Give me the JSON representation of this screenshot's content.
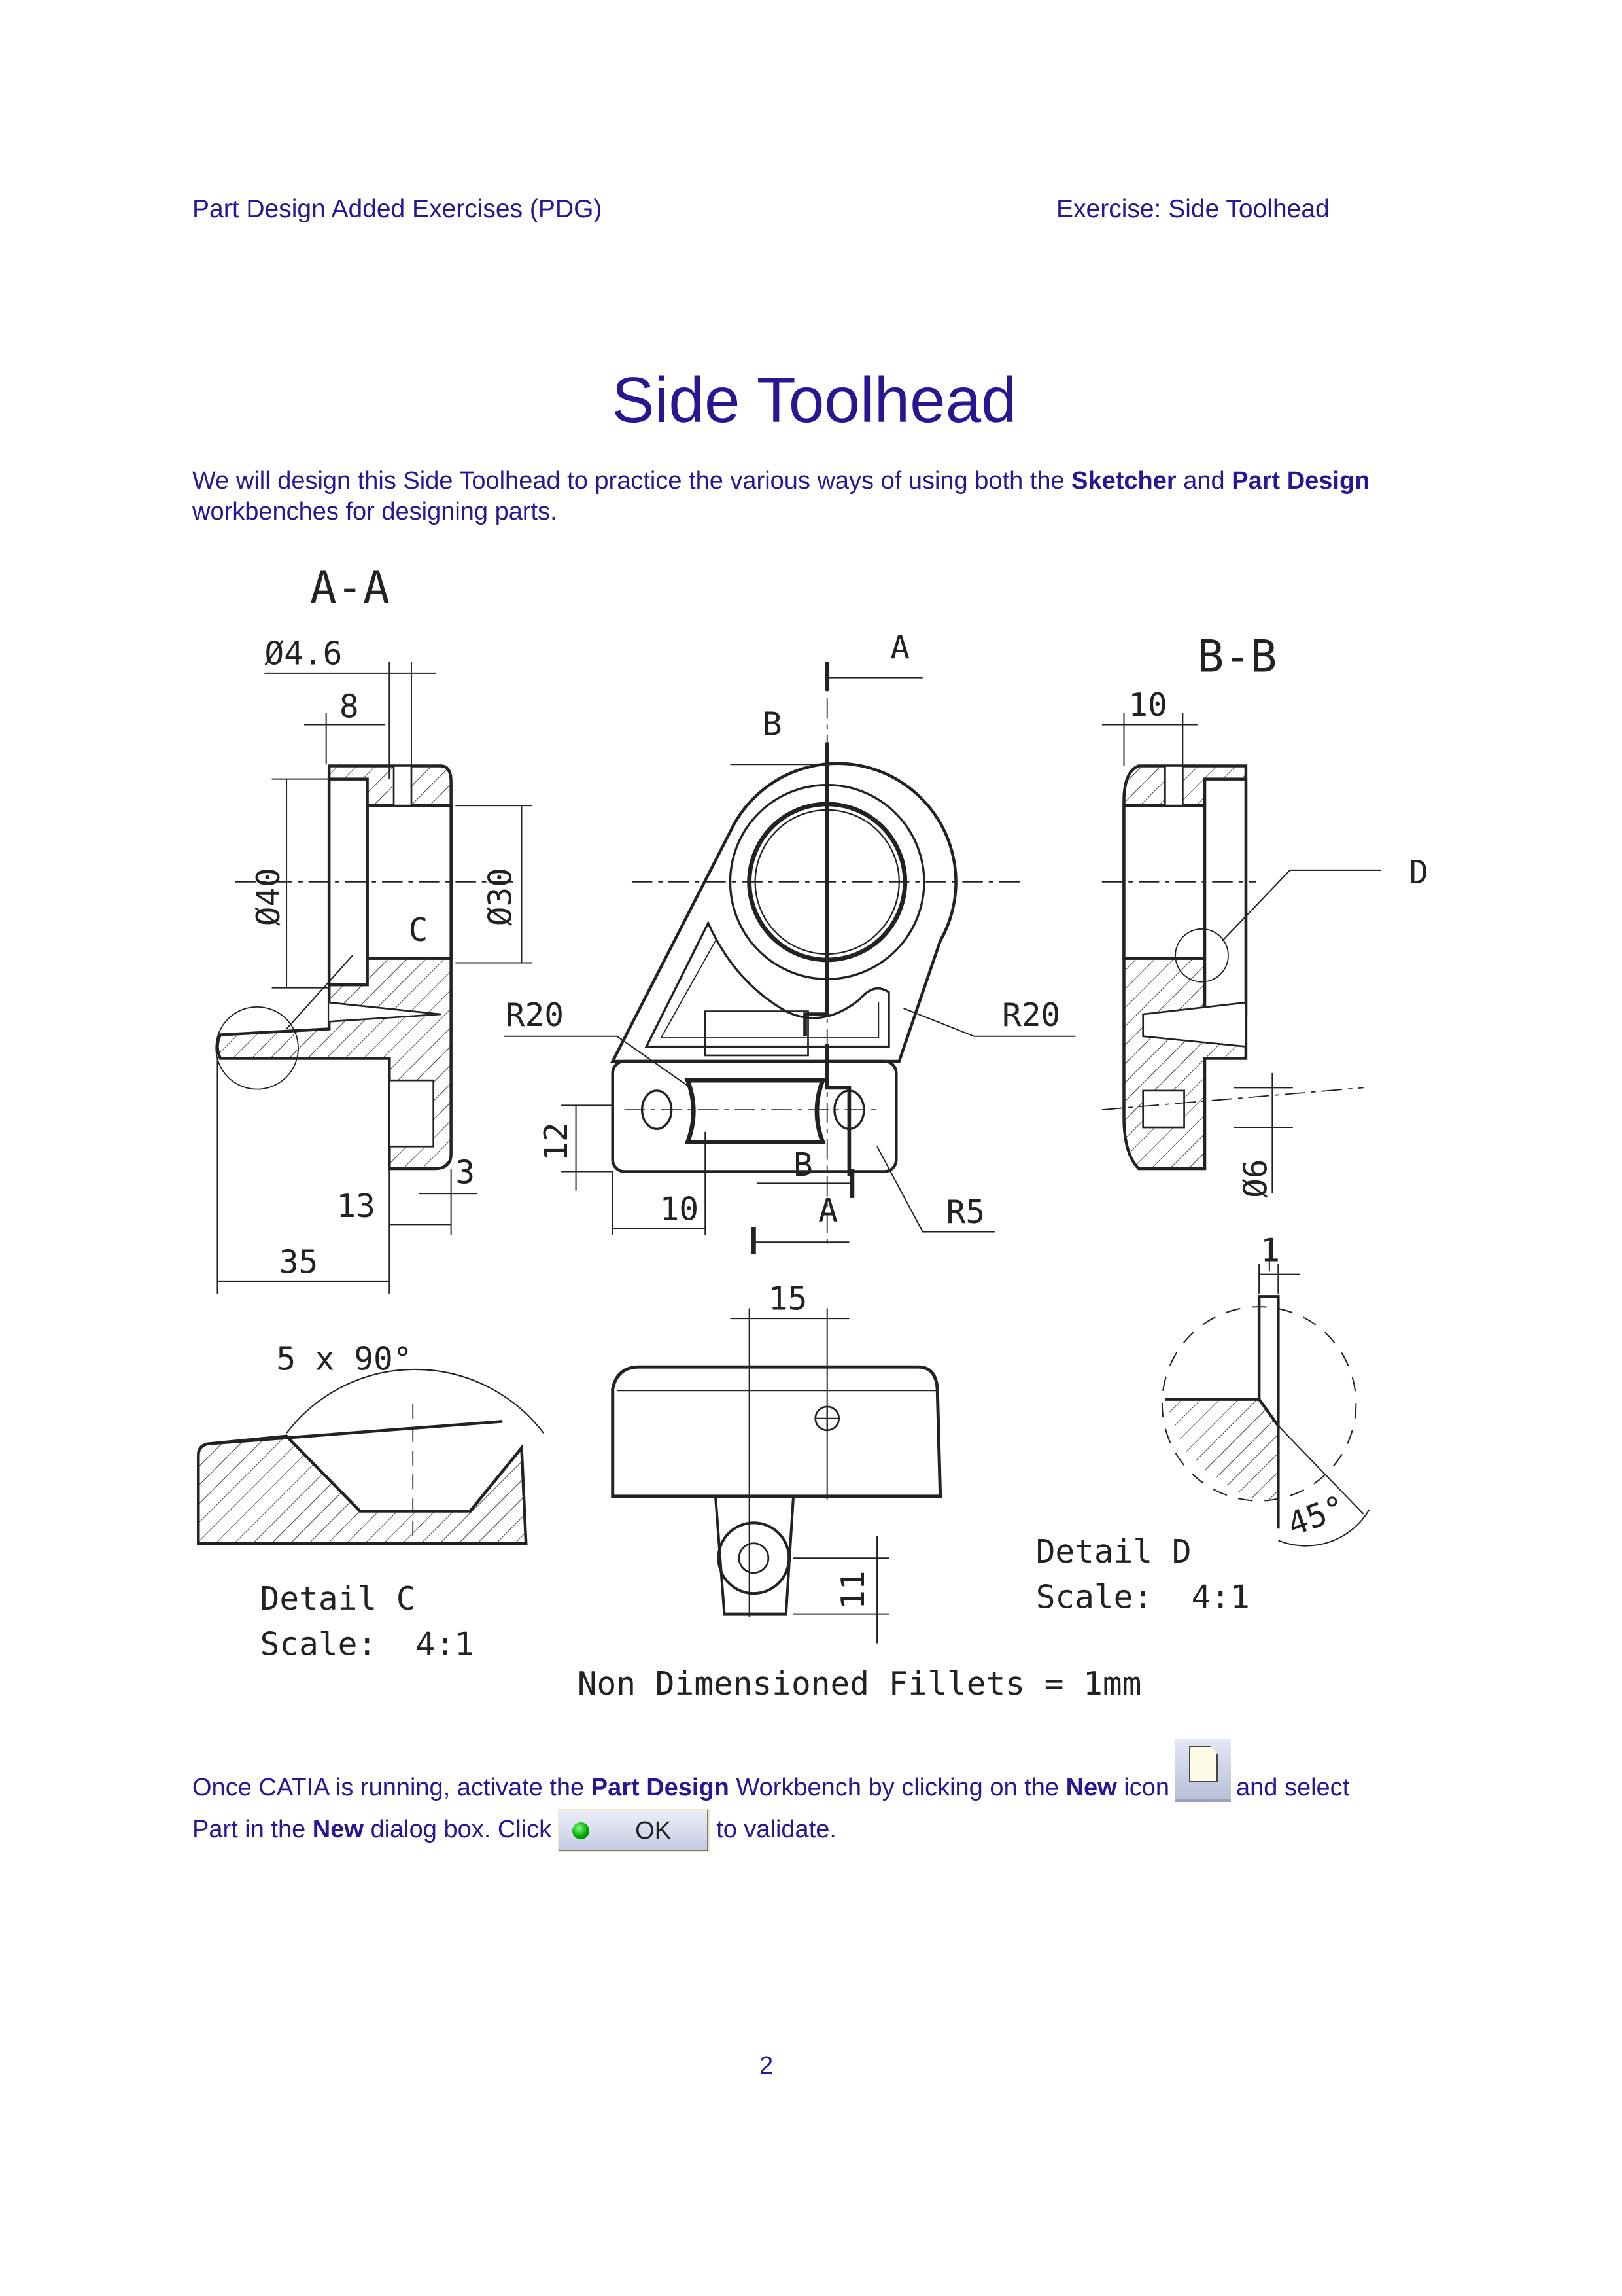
{
  "header": {
    "left": "Part Design Added Exercises (PDG)",
    "right": "Exercise: Side Toolhead"
  },
  "title": "Side Toolhead",
  "intro": {
    "t1": "We will design this Side Toolhead to practice the various ways of using both the ",
    "b1": "Sketcher",
    "t2": " and ",
    "b2": "Part Design",
    "t3": " workbenches for designing parts."
  },
  "drawing": {
    "section_aa": "A-A",
    "section_bb": "B-B",
    "dim_d46": "Ø4.6",
    "dim_8": "8",
    "dim_d40": "Ø40",
    "dim_d30": "Ø30",
    "label_c": "C",
    "dim_13": "13",
    "dim_35": "35",
    "dim_3": "3",
    "label_a_top": "A",
    "label_b_top": "B",
    "r20_left": "R20",
    "r20_right": "R20",
    "dim_12": "12",
    "dim_10_front": "10",
    "label_b_bottom": "B",
    "label_a_bottom": "A",
    "r5": "R5",
    "dim_10_bb": "10",
    "label_d": "D",
    "dim_d6": "Ø6",
    "dim_15": "15",
    "dim_11": "11",
    "chamfer": "5 x 90°",
    "detail_c_title": "Detail C",
    "detail_c_scale": "Scale:  4:1",
    "dim_1": "1",
    "angle_45": "45°",
    "detail_d_title": "Detail D",
    "detail_d_scale": "Scale:  4:1",
    "note": "Non Dimensioned Fillets = 1mm"
  },
  "instructions": {
    "l1_t1": "Once CATIA is running, activate the ",
    "l1_b1": "Part Design",
    "l1_t2": " Workbench by clicking on the ",
    "l1_b2": "New",
    "l1_t3": " icon",
    "l1_t4": "and select",
    "l2_t1": "Part in the ",
    "l2_b1": "New",
    "l2_t2": " dialog box. Click",
    "ok_label": "OK",
    "l2_t3": "to validate."
  },
  "page_number": "2"
}
